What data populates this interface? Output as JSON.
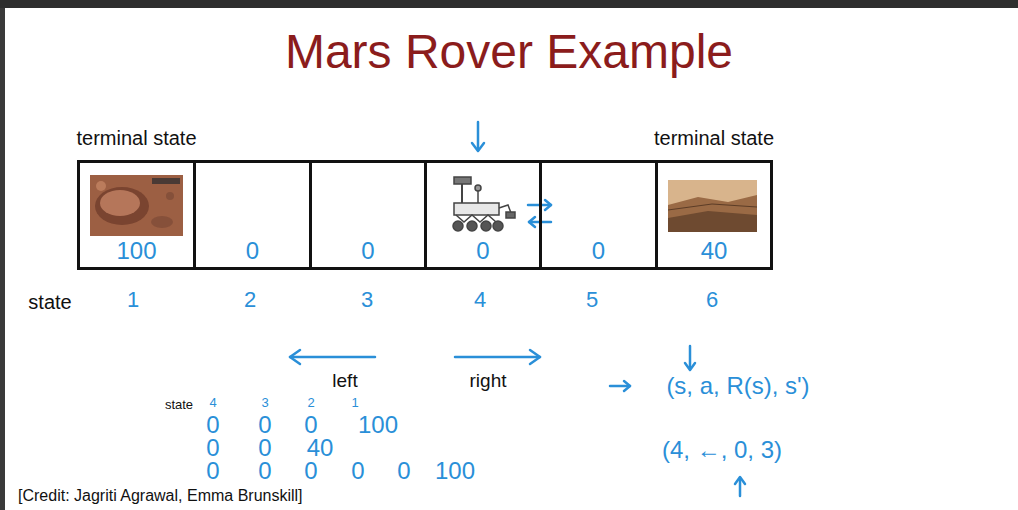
{
  "diagram": {
    "title": "Mars Rover Example",
    "caption": "[Credit: Jagriti Agrawal, Emma Brunskill]",
    "nodes": [
      {
        "text": [
          "terminal state",
          "100"
        ]
      },
      {
        "text": [
          "0"
        ]
      },
      {
        "text": [
          "0"
        ]
      },
      {
        "text": [
          "0"
        ]
      },
      {
        "text": [
          "0"
        ]
      },
      {
        "text": [
          "terminal state",
          "40"
        ]
      }
    ],
    "labels": [
      "state",
      "1",
      "2",
      "3",
      "4",
      "5",
      "6",
      "left",
      "right",
      "state",
      "4",
      "3",
      "2",
      "1",
      "0",
      "0",
      "0",
      "100",
      "0",
      "0",
      "40",
      "0",
      "0",
      "0",
      "0",
      "0",
      "100",
      "(s, a, R(s), s')",
      "(4, ←, 0, 3)"
    ]
  }
}
